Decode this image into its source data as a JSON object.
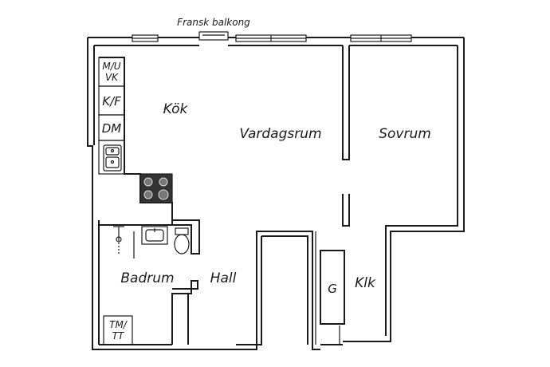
{
  "labels": {
    "balcony": "Fransk balkong",
    "kitchen": "Kök",
    "living": "Vardagsrum",
    "bedroom": "Sovrum",
    "bathroom": "Badrum",
    "hall": "Hall",
    "closet": "Klk",
    "wardrobe": "G",
    "mu_line1": "M/U",
    "mu_line2": "VK",
    "kf": "K/F",
    "dm": "DM",
    "tm_line1": "TM/",
    "tm_line2": "TT"
  }
}
